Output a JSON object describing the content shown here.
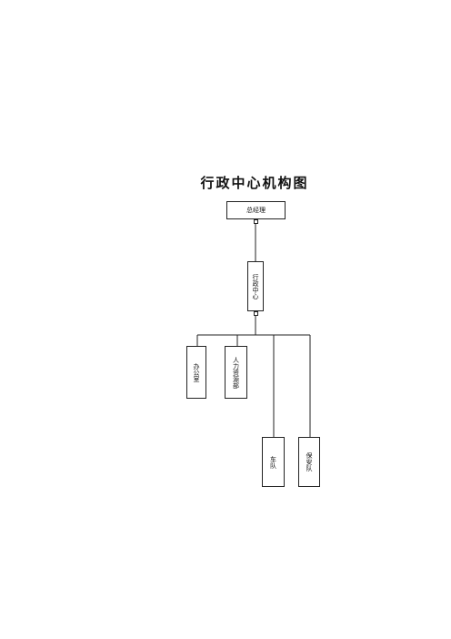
{
  "title": "行政中心机构图",
  "nodes": {
    "root": "总经理",
    "center": "行政中心",
    "office": "办公室",
    "hr": "人力资源部",
    "fleet": "车队",
    "security": "保安队"
  }
}
